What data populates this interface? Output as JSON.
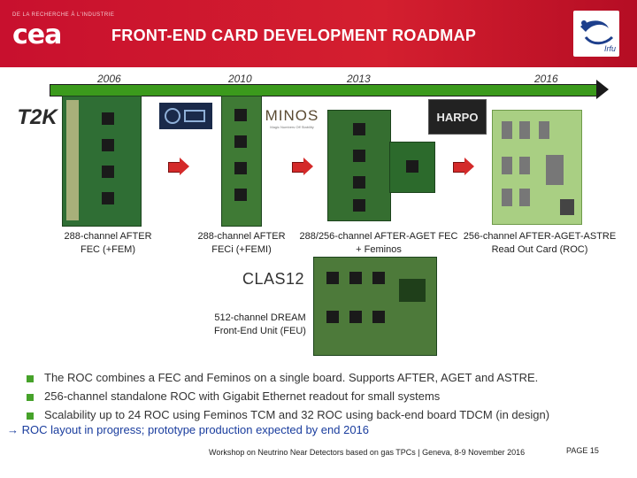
{
  "header": {
    "title": "FRONT-END CARD DEVELOPMENT ROADMAP",
    "org_small": "DE LA RECHERCHE À L'INDUSTRIE",
    "org_logo": "cea",
    "irfu_logo": "Irfu",
    "color": "#c8102e"
  },
  "timeline": {
    "years": [
      "2006",
      "2010",
      "2013",
      "2016"
    ],
    "color": "#3b9a1c"
  },
  "logos": {
    "t2k": "T2K",
    "minos": "MINOS",
    "minos_sub": "Magic Numbers Off Stability",
    "harpo": "HARPO",
    "clas12": "CLAS12"
  },
  "captions": {
    "fec": "288-channel AFTER FEC (+FEM)",
    "feci": "288-channel AFTER FECi (+FEMI)",
    "feminos": "288/256-channel AFTER-AGET FEC + Feminos",
    "roc": "256-channel AFTER-AGET-ASTRE Read Out Card (ROC)",
    "dream": "512-channel DREAM Front-End Unit (FEU)"
  },
  "bullets": [
    "The ROC combines a FEC and Feminos on a single board. Supports AFTER, AGET and ASTRE.",
    "256-channel standalone ROC with Gigabit Ethernet readout for small systems",
    "Scalability up to 24 ROC using Feminos TCM and 32 ROC using back-end board TDCM (in design)"
  ],
  "conclusion": "→ ROC layout in progress; prototype production expected by end 2016",
  "footer": {
    "text": "Workshop on Neutrino Near Detectors based on gas TPCs | Geneva, 8-9 November 2016",
    "page": "PAGE 15"
  }
}
